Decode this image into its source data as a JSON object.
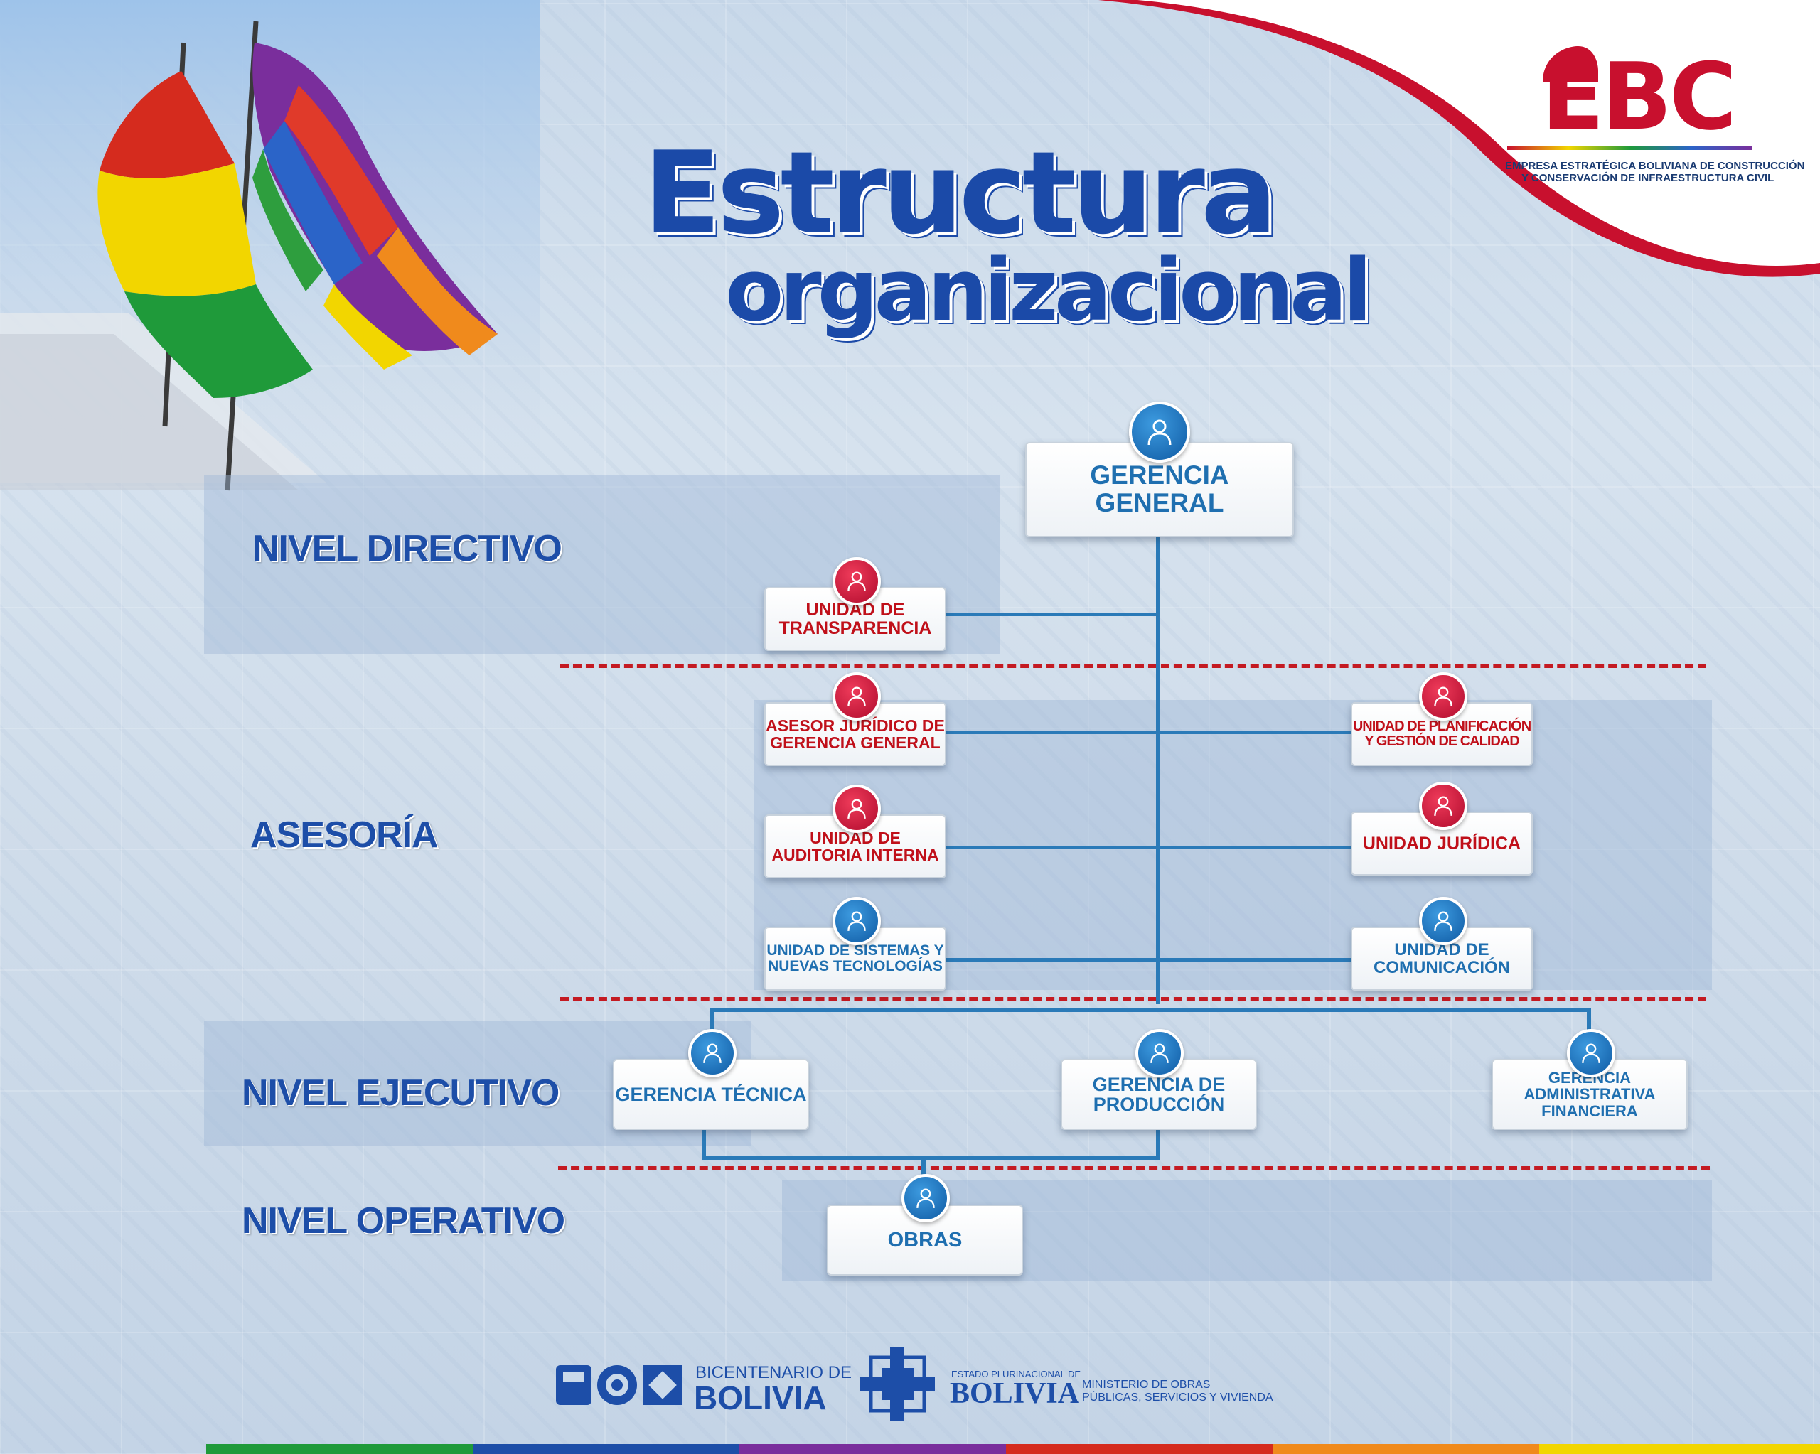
{
  "title": {
    "line1": "Estructura",
    "line2": "organizacional"
  },
  "logo": {
    "name": "EBC",
    "subtitle_line1": "EMPRESA ESTRATÉGICA BOLIVIANA DE CONSTRUCCIÓN",
    "subtitle_line2": "Y CONSERVACIÓN DE INFRAESTRUCTURA CIVIL"
  },
  "levels": {
    "directivo": "NIVEL DIRECTIVO",
    "asesoria": "ASESORÍA",
    "ejecutivo": "NIVEL EJECUTIVO",
    "operativo": "NIVEL OPERATIVO"
  },
  "nodes": {
    "gerencia_general": "GERENCIA GENERAL",
    "transparencia": {
      "l1": "UNIDAD DE",
      "l2": "TRANSPARENCIA"
    },
    "asesor_juridico": {
      "l1": "ASESOR JURÍDICO DE",
      "l2": "GERENCIA GENERAL"
    },
    "planificacion": {
      "l1": "UNIDAD DE PLANIFICACIÓN",
      "l2": "Y GESTIÓN DE CALIDAD"
    },
    "auditoria": {
      "l1": "UNIDAD DE",
      "l2": "AUDITORIA INTERNA"
    },
    "juridica": "UNIDAD JURÍDICA",
    "sistemas": {
      "l1": "UNIDAD DE SISTEMAS Y",
      "l2": "NUEVAS TECNOLOGÍAS"
    },
    "comunicacion": {
      "l1": "UNIDAD DE",
      "l2": "COMUNICACIÓN"
    },
    "gerencia_tecnica": "GERENCIA TÉCNICA",
    "gerencia_produccion": {
      "l1": "GERENCIA DE",
      "l2": "PRODUCCIÓN"
    },
    "gerencia_admin": {
      "l1": "GERENCIA",
      "l2": "ADMINISTRATIVA",
      "l3": "FINANCIERA"
    },
    "obras": "OBRAS"
  },
  "footer": {
    "bicentenario_small": "BICENTENARIO DE",
    "bicentenario_big": "BOLIVIA",
    "estado_small": "ESTADO PLURINACIONAL DE",
    "estado_big": "BOLIVIA",
    "ministerio_l1": "MINISTERIO DE OBRAS",
    "ministerio_l2": "PÚBLICAS, SERVICIOS Y VIVIENDA"
  },
  "colors": {
    "primary_blue": "#1d4ea8",
    "node_blue": "#1f6fb0",
    "node_red": "#c0101a",
    "dash_red": "#c41a22",
    "ebc_red": "#c8102e"
  },
  "icons": [
    "person-icon"
  ]
}
